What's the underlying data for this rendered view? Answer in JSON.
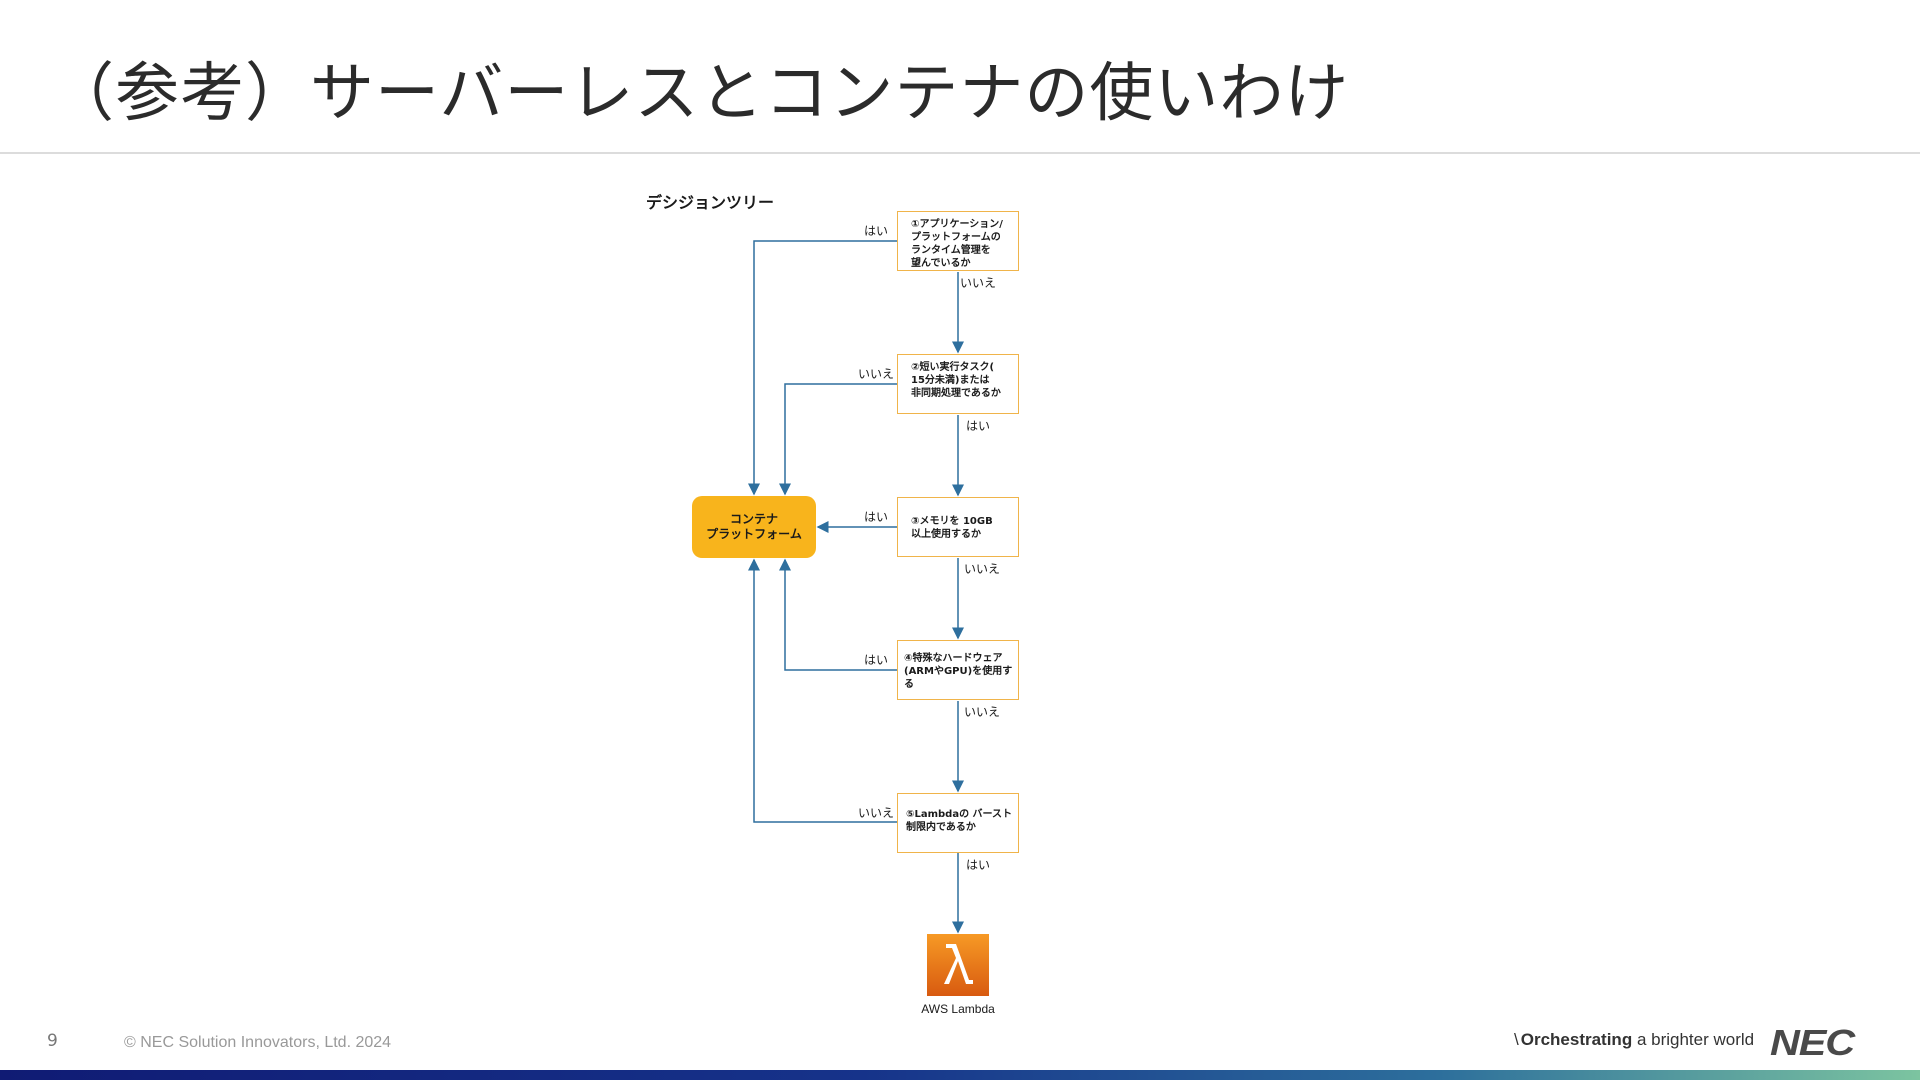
{
  "slide": {
    "title": "（参考）サーバーレスとコンテナの使いわけ",
    "page_number": "9",
    "copyright": "© NEC Solution Innovators, Ltd. 2024"
  },
  "diagram": {
    "label": "デシジョンツリー",
    "decisions": [
      {
        "id": "q1",
        "text": "①アプリケーション/\nプラットフォームの\nランタイム管理を\n望んでいるか"
      },
      {
        "id": "q2",
        "text": "②短い実行タスク(\n15分未満)または\n非同期処理であるか"
      },
      {
        "id": "q3",
        "text": "③メモリを 10GB\n以上使用するか"
      },
      {
        "id": "q4",
        "text": "④特殊なハードウェア\n(ARMやGPU)を使用する"
      },
      {
        "id": "q5",
        "text": "⑤Lambdaの バースト\n制限内であるか"
      }
    ],
    "container_platform": "コンテナ\nプラットフォーム",
    "lambda_caption": "AWS Lambda",
    "edge_labels": {
      "q1_to_container": "はい",
      "q1_to_q2": "いいえ",
      "q2_to_container": "いいえ",
      "q2_to_q3": "はい",
      "q3_to_container": "はい",
      "q3_to_q4": "いいえ",
      "q4_to_container": "はい",
      "q4_to_q5": "いいえ",
      "q5_to_container": "いいえ",
      "q5_to_lambda": "はい"
    }
  },
  "branding": {
    "tagline_slash": "\\",
    "tagline_bold": "Orchestrating",
    "tagline_rest": " a brighter world",
    "logo": "NEC"
  },
  "colors": {
    "decision_border": "#f0b44a",
    "container_fill": "#f8b41c",
    "connector": "#2e6f9e",
    "lambda_icon": "#e8761a",
    "bottom_bar_start": "#101b74",
    "bottom_bar_end": "#7cc4a0"
  }
}
